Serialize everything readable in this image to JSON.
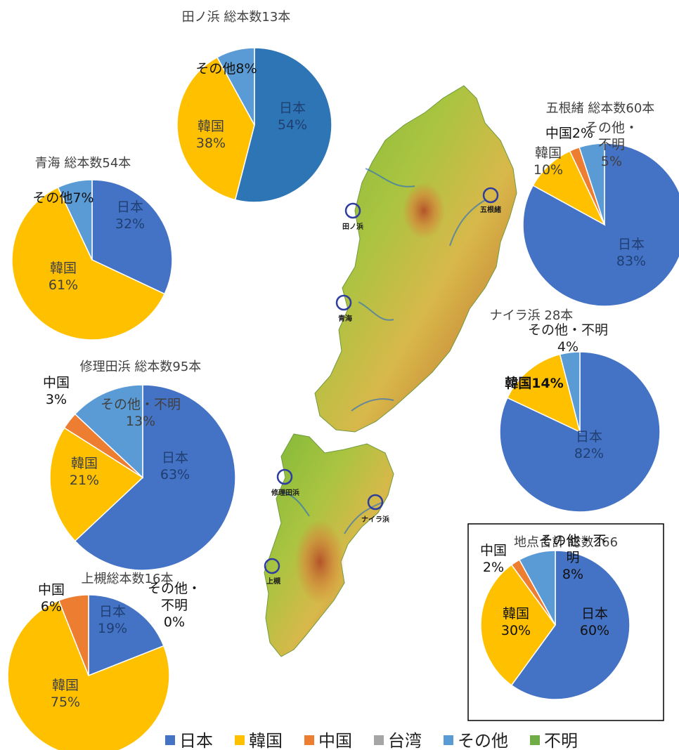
{
  "colors": {
    "japan": "#4472C4",
    "japan_dark": "#2E75B6",
    "korea": "#FFC000",
    "china": "#ED7D31",
    "taiwan": "#A5A5A5",
    "other": "#5B9BD5",
    "unknown": "#70AD47",
    "map_circle": "#2F3E9E"
  },
  "map": {
    "locations": [
      "田ノ浜",
      "五根緒",
      "青海",
      "修理田浜",
      "ナイラ浜",
      "上槻"
    ]
  },
  "legend": {
    "items": [
      {
        "name": "日本",
        "color": "#4472C4"
      },
      {
        "name": "韓国",
        "color": "#FFC000"
      },
      {
        "name": "中国",
        "color": "#ED7D31"
      },
      {
        "name": "台湾",
        "color": "#A5A5A5"
      },
      {
        "name": "その他",
        "color": "#5B9BD5"
      },
      {
        "name": "不明",
        "color": "#70AD47"
      }
    ]
  },
  "chart_data": [
    {
      "type": "pie",
      "title": "田ノ浜 総本数13本",
      "slices": [
        {
          "label": "日本",
          "value": 54,
          "text": "日本\n54%"
        },
        {
          "label": "韓国",
          "value": 38,
          "text": "韓国\n38%"
        },
        {
          "label": "その他",
          "value": 8,
          "text": "その他8%"
        }
      ]
    },
    {
      "type": "pie",
      "title": "青海 総本数54本",
      "slices": [
        {
          "label": "日本",
          "value": 32,
          "text": "日本\n32%"
        },
        {
          "label": "韓国",
          "value": 61,
          "text": "韓国\n61%"
        },
        {
          "label": "その他",
          "value": 7,
          "text": "その他7%"
        }
      ]
    },
    {
      "type": "pie",
      "title": "五根緒 総本数60本",
      "slices": [
        {
          "label": "日本",
          "value": 83,
          "text": "日本\n83%"
        },
        {
          "label": "韓国",
          "value": 10,
          "text": "韓国\n10%"
        },
        {
          "label": "中国",
          "value": 2,
          "text": "中国2%"
        },
        {
          "label": "その他・不明",
          "value": 5,
          "text": "その他・\n不明\n5%"
        }
      ]
    },
    {
      "type": "pie",
      "title": "ナイラ浜 28本",
      "slices": [
        {
          "label": "日本",
          "value": 82,
          "text": "日本\n82%"
        },
        {
          "label": "韓国",
          "value": 14,
          "text": "韓国14%"
        },
        {
          "label": "その他・不明",
          "value": 4,
          "text": "その他・不明\n4%"
        }
      ]
    },
    {
      "type": "pie",
      "title": "修理田浜 総本数95本",
      "slices": [
        {
          "label": "日本",
          "value": 63,
          "text": "日本\n63%"
        },
        {
          "label": "韓国",
          "value": 21,
          "text": "韓国\n21%"
        },
        {
          "label": "中国",
          "value": 3,
          "text": "中国\n3%"
        },
        {
          "label": "その他・不明",
          "value": 13,
          "text": "その他・不明\n13%"
        }
      ]
    },
    {
      "type": "pie",
      "title": "上槻総本数16本",
      "slices": [
        {
          "label": "日本",
          "value": 19,
          "text": "日本\n19%"
        },
        {
          "label": "韓国",
          "value": 75,
          "text": "韓国\n75%"
        },
        {
          "label": "中国",
          "value": 6,
          "text": "中国\n6%"
        },
        {
          "label": "その他・不明",
          "value": 0,
          "text": "その他・\n不明\n0%"
        }
      ]
    },
    {
      "type": "pie",
      "title": "地点合計 総数266",
      "slices": [
        {
          "label": "日本",
          "value": 60,
          "text": "日本\n60%"
        },
        {
          "label": "韓国",
          "value": 30,
          "text": "韓国\n30%"
        },
        {
          "label": "中国",
          "value": 2,
          "text": "中国\n2%"
        },
        {
          "label": "その他・不明",
          "value": 8,
          "text": "その他・不\n明\n8%"
        }
      ]
    }
  ]
}
